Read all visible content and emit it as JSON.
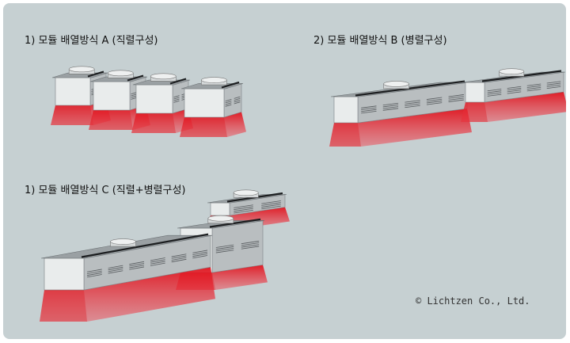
{
  "captions": {
    "a": "1) 모듈 배열방식 A (직렬구성)",
    "b": "2) 모듈 배열방식 B (병렬구성)",
    "c": "1) 모듈 배열방식 C (직렬+병렬구성)"
  },
  "copyright": "© Lichtzen Co., Ltd.",
  "colors": {
    "background": "#c6d0d2",
    "glow": "#e0141e"
  }
}
